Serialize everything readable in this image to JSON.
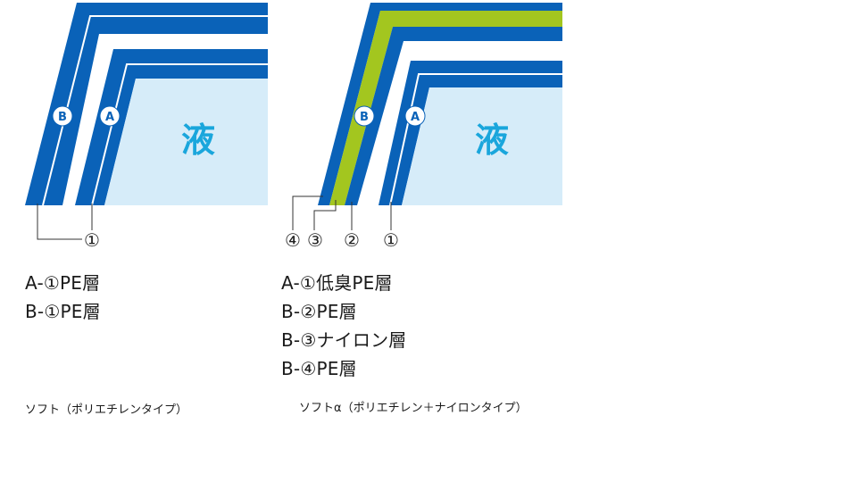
{
  "left_panel": {
    "liquid_label": "液",
    "circle_labels": {
      "b": "B",
      "a": "A"
    },
    "layer_numbers": [
      "①"
    ],
    "layers": [
      "A-①PE層",
      "B-①PE層"
    ],
    "caption": "ソフト（ポリエチレンタイプ）"
  },
  "right_panel": {
    "liquid_label": "液",
    "circle_labels": {
      "b": "B",
      "a": "A"
    },
    "layer_numbers": [
      "④",
      "③",
      "②",
      "①"
    ],
    "layers": [
      "A-①低臭PE層",
      "B-②PE層",
      "B-③ナイロン層",
      "B-④PE層"
    ],
    "caption": "ソフトα（ポリエチレン＋ナイロンタイプ）"
  },
  "colors": {
    "pe_blue": "#0a62b8",
    "nylon_green": "#a3c61f",
    "liquid_fill": "#d6ecf9",
    "liquid_text": "#1aa6dc",
    "outline": "#ffffff"
  }
}
